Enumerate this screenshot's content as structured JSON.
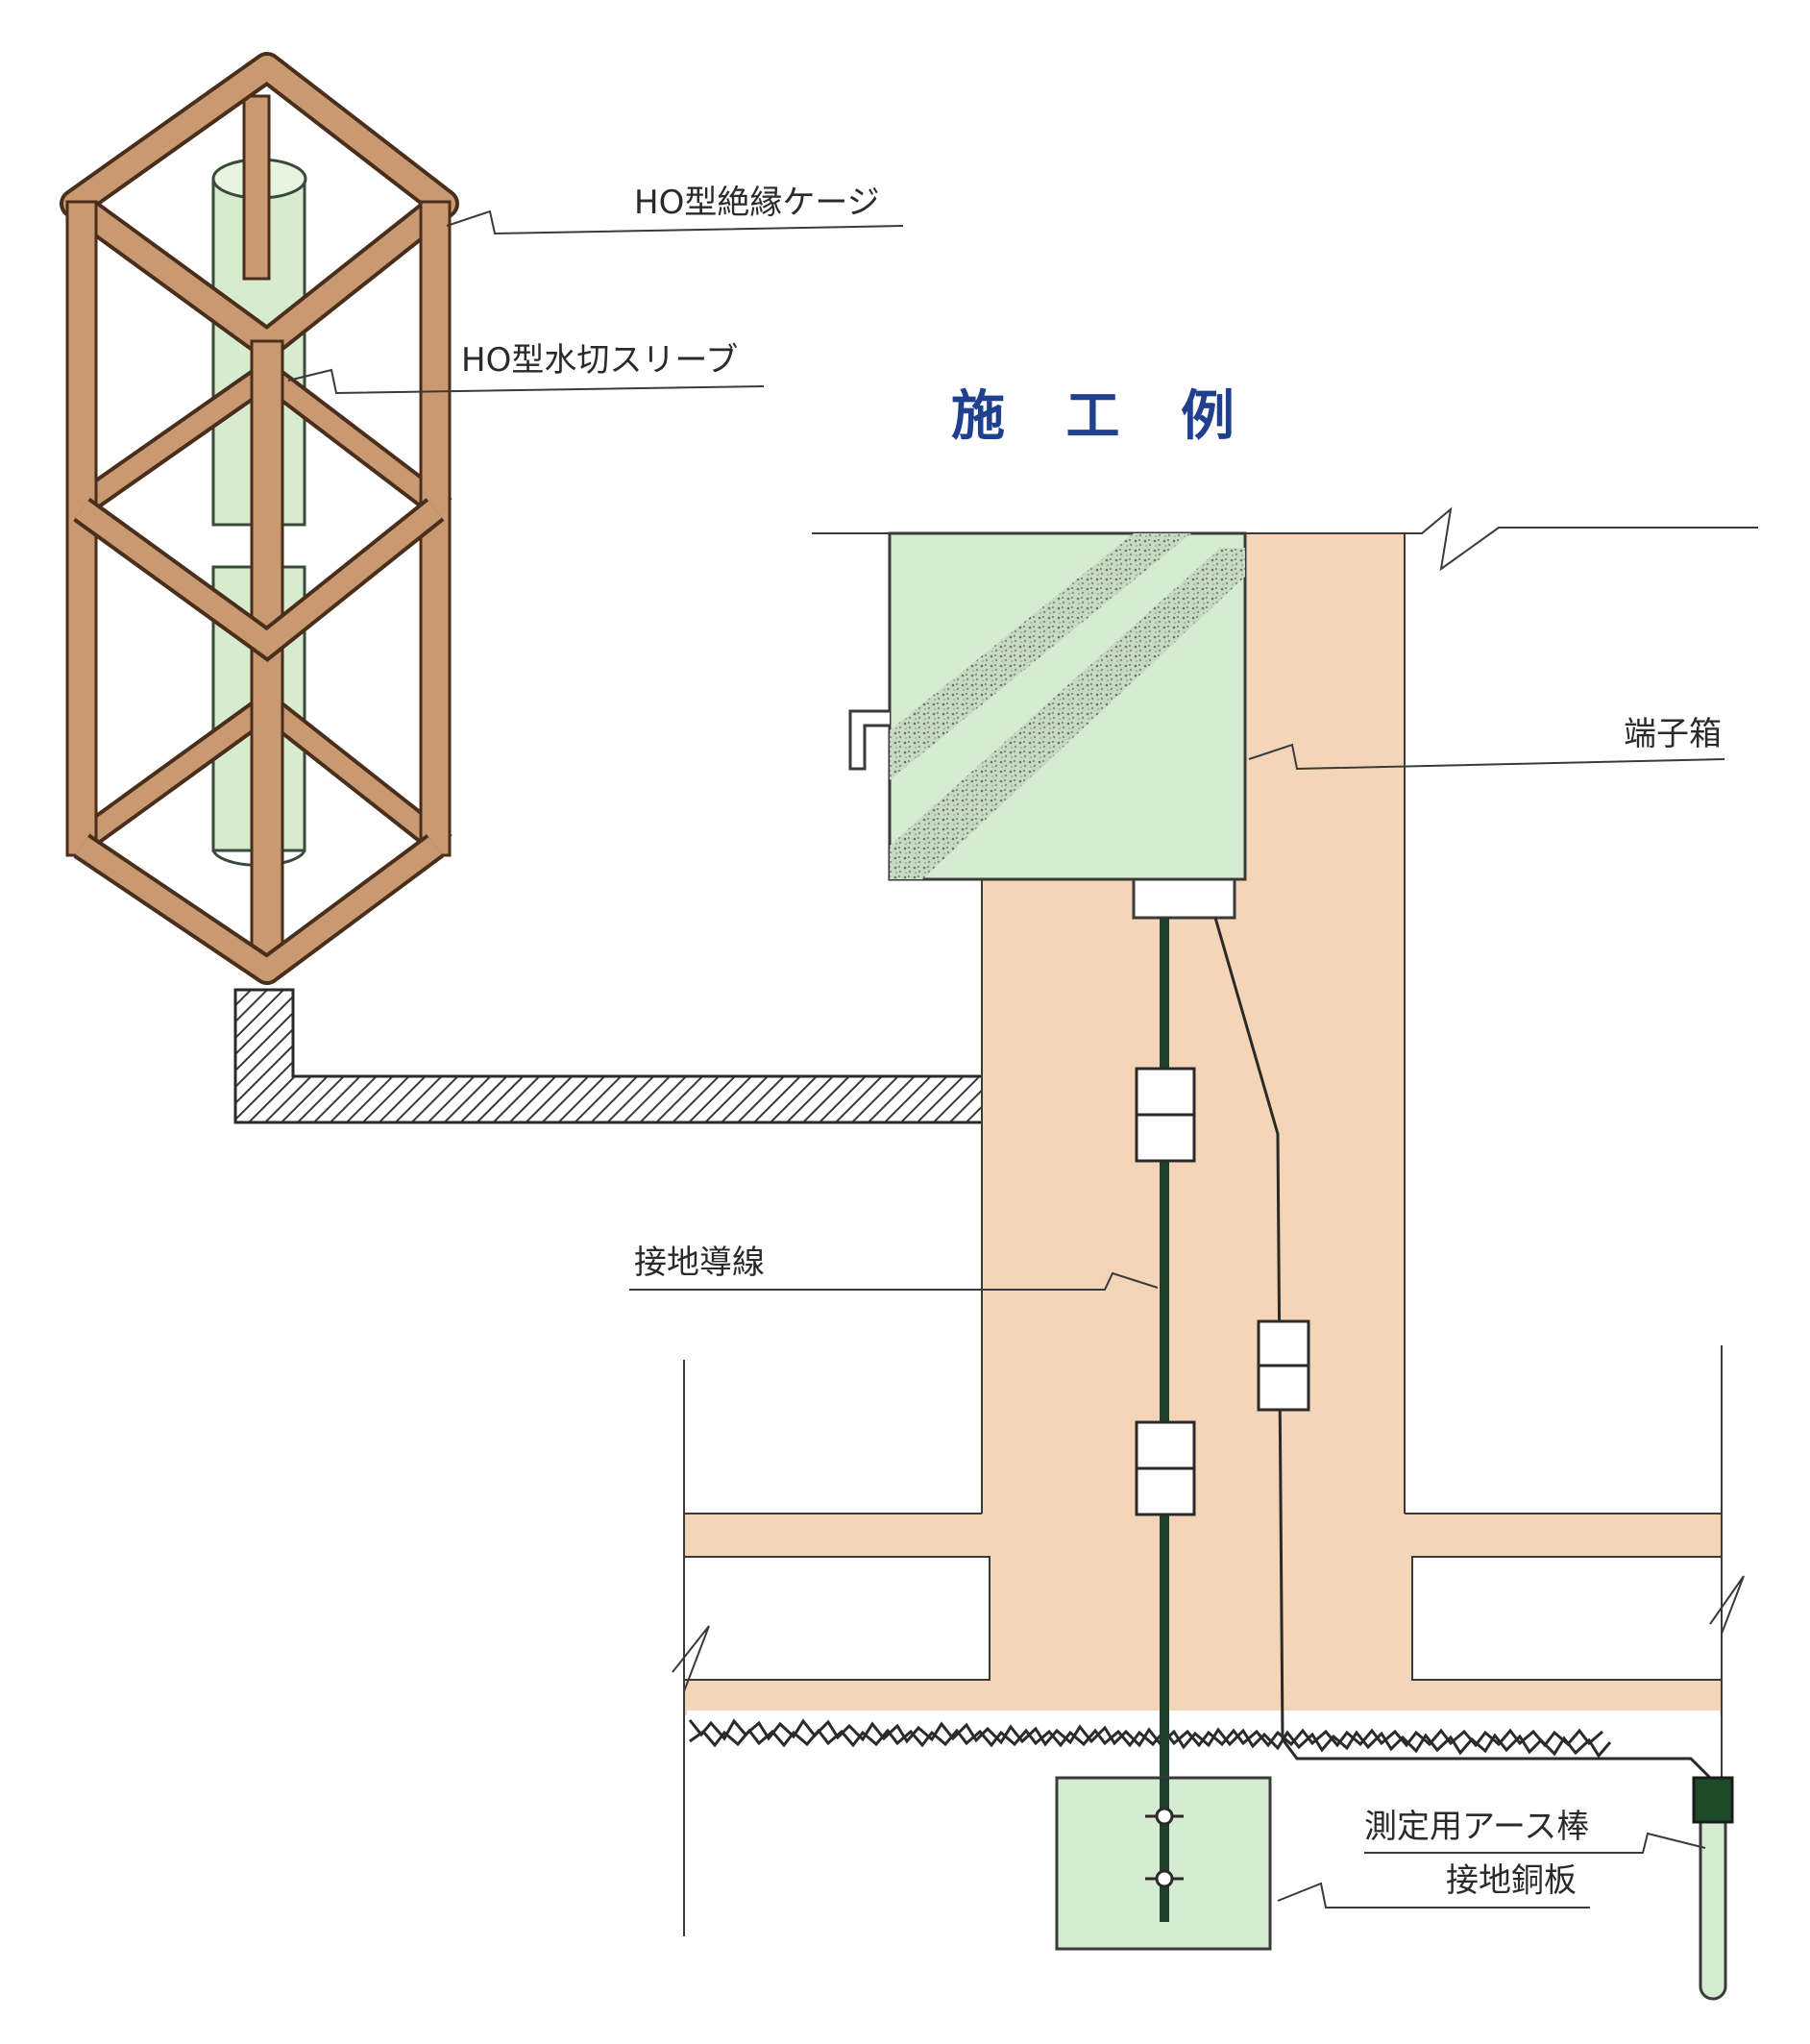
{
  "title": "施 工 例",
  "labels": {
    "insulation_cage": "HO型絶縁ケージ",
    "water_sleeve": "HO型水切スリーブ",
    "terminal_box": "端子箱",
    "ground_conductor": "接地導線",
    "measuring_rod": "測定用アース棒",
    "copper_plate": "接地銅板"
  },
  "colors": {
    "cage": "#c99a72",
    "cage_stroke": "#4a2e1c",
    "sleeve": "#d7eccf",
    "concrete": "#f5d5b7",
    "box": "#d6ecd2",
    "conductor": "#1f3f2a",
    "title": "#1f3f8f"
  }
}
